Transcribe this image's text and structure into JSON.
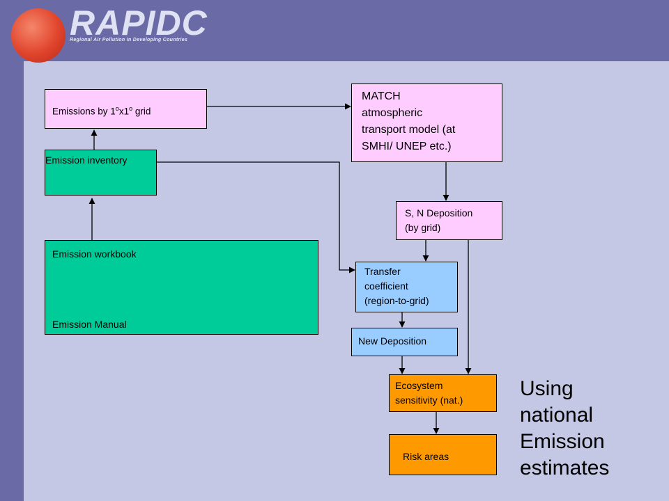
{
  "logo": {
    "title": "RAPIDC",
    "subtitle": "Regional Air Pollution In Developing Countries"
  },
  "boxes": {
    "emissions_grid": {
      "label_pre": "Emissions by 1",
      "sup1": "o",
      "label_mid": "x1",
      "sup2": "o",
      "label_post": " grid"
    },
    "emission_inventory": {
      "label": "Emission inventory"
    },
    "emission_workbook": {
      "label": "Emission workbook",
      "manual_label": "Emission Manual"
    },
    "match_model": {
      "lines": [
        "MATCH",
        "atmospheric",
        "transport model (at",
        "SMHI/ UNEP etc.)"
      ]
    },
    "sn_deposition": {
      "lines": [
        "S, N Deposition",
        "(by grid)"
      ]
    },
    "transfer_coefficient": {
      "lines": [
        "Transfer",
        "coefficient",
        "(region-to-grid)"
      ]
    },
    "new_deposition": {
      "label": "New Deposition"
    },
    "ecosystem_sensitivity": {
      "lines": [
        "Ecosystem",
        "sensitivity (nat.)"
      ]
    },
    "risk_areas": {
      "label": "Risk areas"
    }
  },
  "side_note": {
    "lines": [
      "Using",
      "national",
      "Emission",
      "estimates"
    ]
  },
  "colors": {
    "frame": "#6a6ba6",
    "background": "#c4c8e4",
    "pink": "#ffccff",
    "green": "#00cc99",
    "blue": "#99ccff",
    "orange": "#ff9900"
  }
}
